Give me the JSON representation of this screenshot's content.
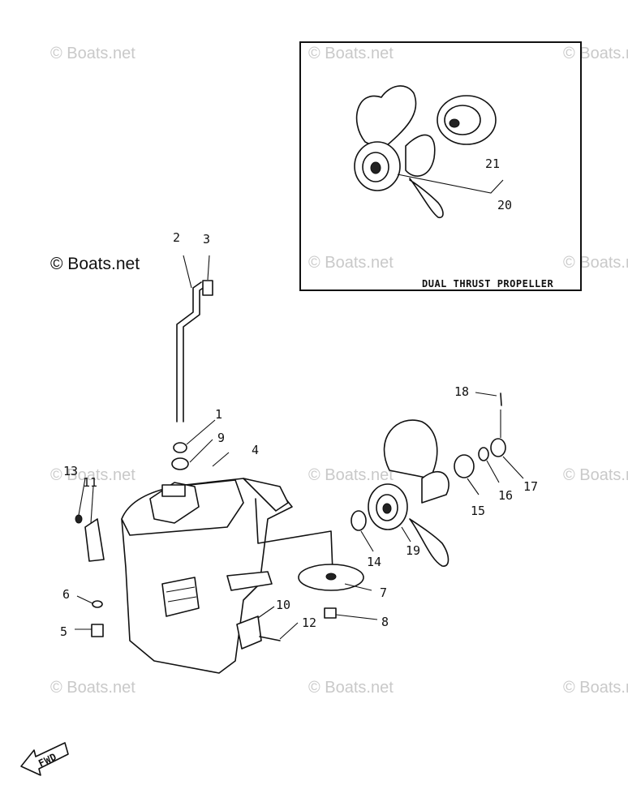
{
  "watermark": "© Boats.net",
  "inset": {
    "caption": "DUAL THRUST PROPELLER",
    "labels": [
      "21",
      "20"
    ]
  },
  "fwd_label": "FWD",
  "part_labels": {
    "p1": "1",
    "p2": "2",
    "p3": "3",
    "p4": "4",
    "p5": "5",
    "p6": "6",
    "p7": "7",
    "p8": "8",
    "p9": "9",
    "p10": "10",
    "p11": "11",
    "p12": "12",
    "p13": "13",
    "p14": "14",
    "p15": "15",
    "p16": "16",
    "p17": "17",
    "p18": "18",
    "p19": "19"
  }
}
